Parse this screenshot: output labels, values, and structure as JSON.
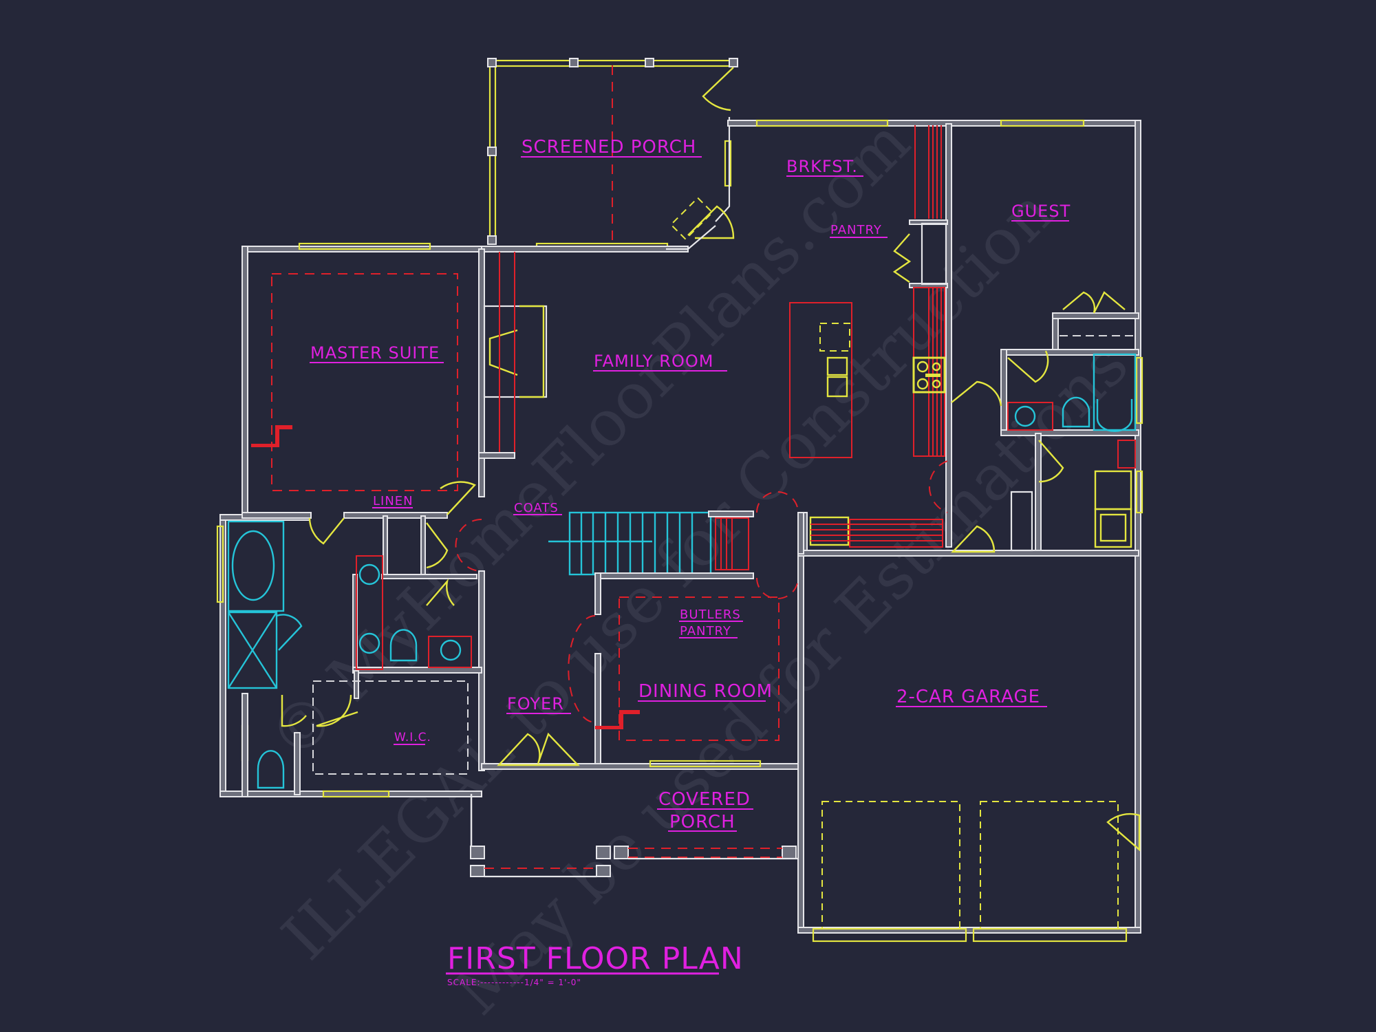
{
  "drawing": {
    "title": "FIRST FLOOR PLAN",
    "scale_label": "SCALE:",
    "scale_value": "------------1/4\" = 1'-0\"",
    "background_color": "#252739",
    "colors": {
      "walls": "#e6e6ea",
      "windows_doors": "#e4e640",
      "labels": "#e020e0",
      "ceiling_lines": "#e0202a",
      "fixtures": "#25c4d8"
    }
  },
  "rooms": {
    "screened_porch": "SCREENED PORCH",
    "brkfst": "BRKFST.",
    "pantry": "PANTRY",
    "guest": "GUEST",
    "master_suite": "MASTER SUITE",
    "family_room": "FAMILY ROOM",
    "linen": "LINEN",
    "coats": "COATS",
    "butlers_pantry_line1": "BUTLERS",
    "butlers_pantry_line2": "PANTRY",
    "dining_room": "DINING ROOM",
    "foyer": "FOYER",
    "wic": "W.I.C.",
    "two_car_garage": "2-CAR GARAGE",
    "covered_porch_line1": "COVERED",
    "covered_porch_line2": "PORCH"
  },
  "watermark": {
    "line1": "© MyHomeFloorPlans.com",
    "line2": "ILLEGAL to use for Construction",
    "line3": "May be used for Estimations"
  }
}
